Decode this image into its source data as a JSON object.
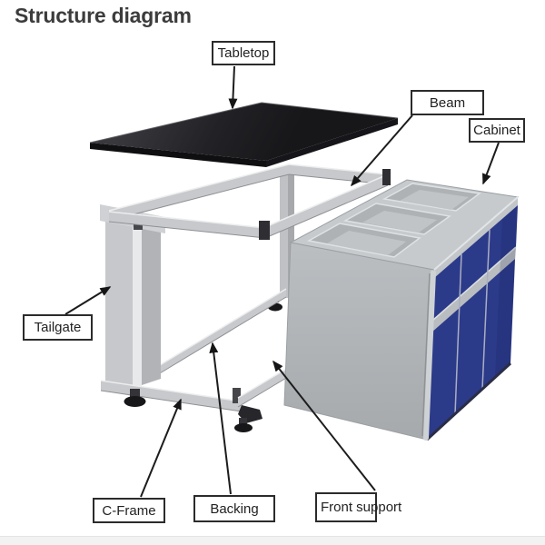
{
  "title": "Structure diagram",
  "diagram": {
    "labels": {
      "tabletop": "Tabletop",
      "beam": "Beam",
      "cabinet": "Cabinet",
      "tailgate": "Tailgate",
      "c_frame": "C-Frame",
      "backing": "Backing",
      "front_support": "Front support"
    },
    "colors": {
      "background": "#ffffff",
      "tabletop_black": "#1e1e21",
      "frame_gray": "#c7c9cc",
      "cabinet_gray": "#b7bbbe",
      "cabinet_blue": "#2c3a8a",
      "label_border": "#2b2b2b",
      "arrow_black": "#1c1c1c"
    }
  }
}
